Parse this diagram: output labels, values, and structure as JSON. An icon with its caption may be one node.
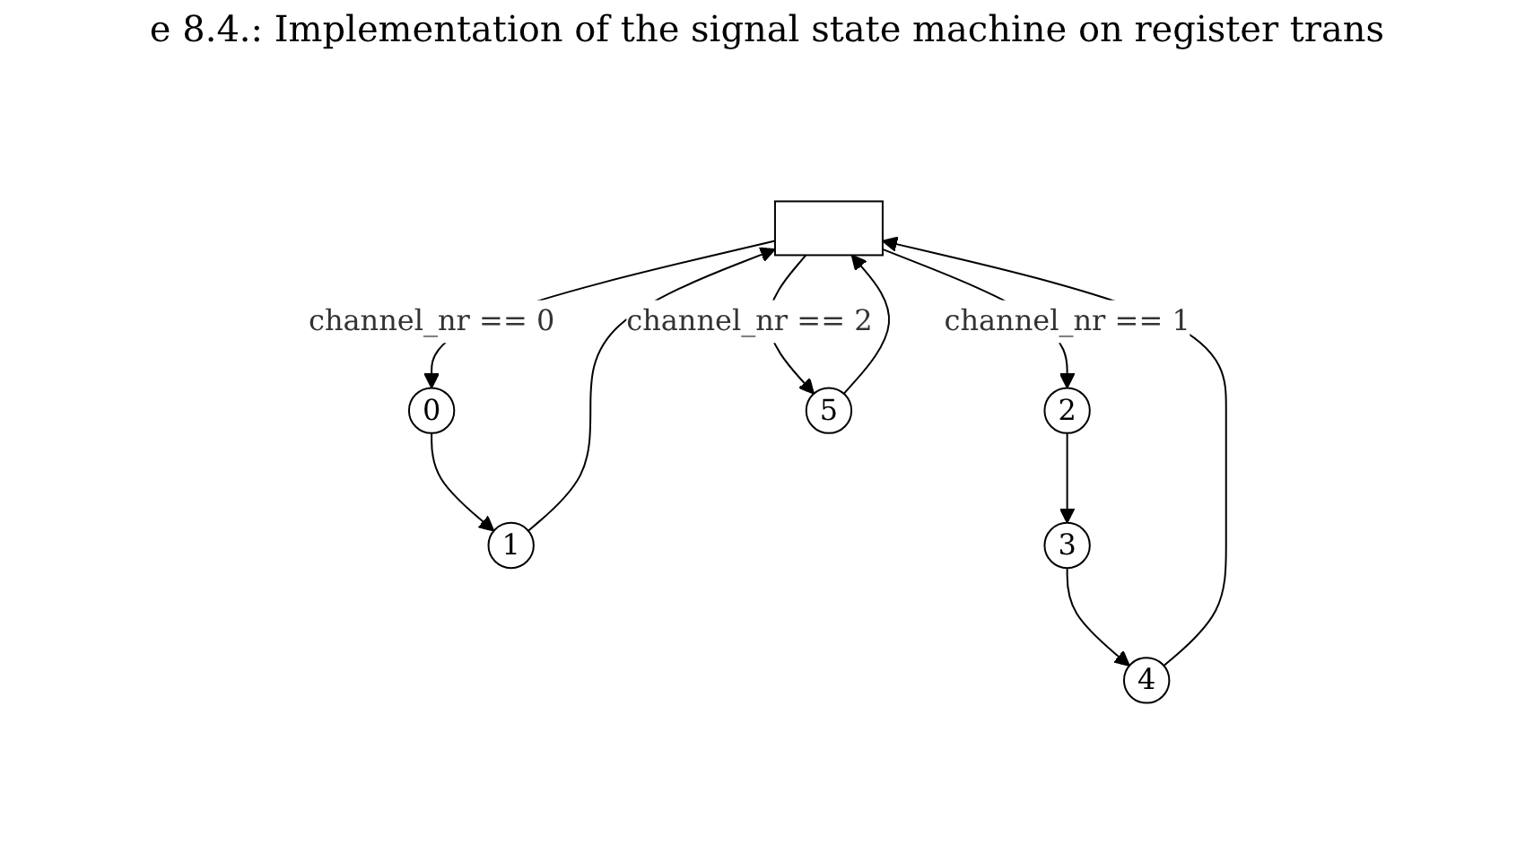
{
  "diagram": {
    "title": "e 8.4.: Implementation of the signal state machine on register trans",
    "nodes": [
      {
        "text": [],
        "shape": "box"
      },
      {
        "text": [
          "0"
        ]
      },
      {
        "text": [
          "2"
        ]
      },
      {
        "text": [
          "5"
        ]
      },
      {
        "text": [
          "1"
        ]
      },
      {
        "text": [
          "3"
        ]
      },
      {
        "text": [
          "4"
        ]
      }
    ],
    "edges": [
      {
        "from": 0,
        "to": 1,
        "arrow": "to",
        "label": "channel_nr == 0"
      },
      {
        "from": 0,
        "to": 2,
        "arrow": "to",
        "label": "channel_nr == 1"
      },
      {
        "from": 0,
        "to": 3,
        "arrow": "to",
        "label": "channel_nr == 2"
      },
      {
        "from": 1,
        "to": 4,
        "arrow": "to"
      },
      {
        "from": 2,
        "to": 5,
        "arrow": "to"
      },
      {
        "from": 5,
        "to": 6,
        "arrow": "to"
      },
      {
        "from": 4,
        "to": 0,
        "arrow": "to"
      },
      {
        "from": 6,
        "to": 0,
        "arrow": "to"
      },
      {
        "from": 3,
        "to": 0,
        "arrow": "to"
      }
    ]
  }
}
